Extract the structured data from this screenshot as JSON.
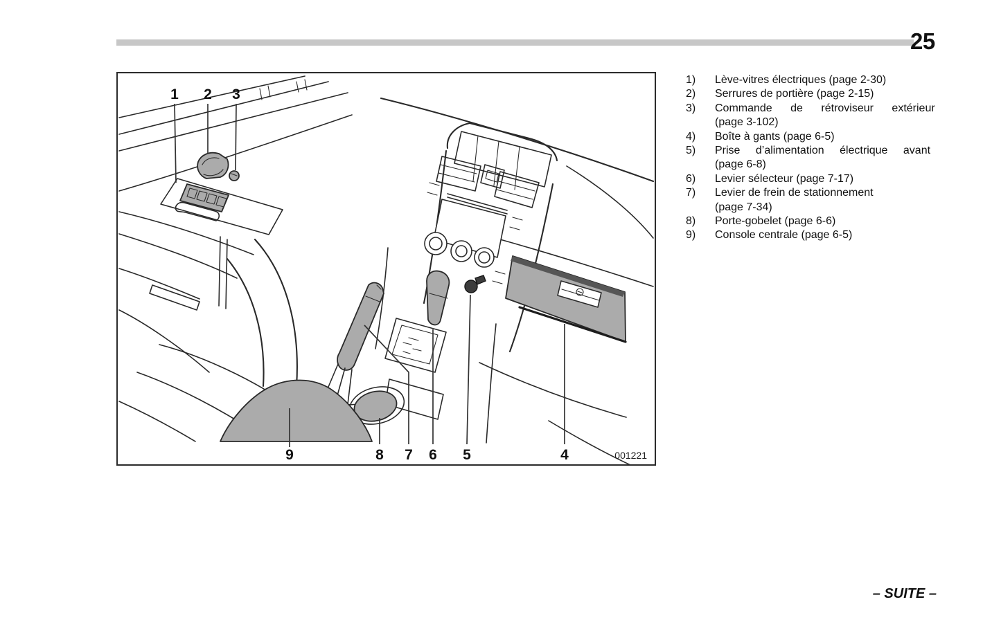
{
  "page": {
    "number": "25"
  },
  "footer": {
    "text": "– SUITE –"
  },
  "figure": {
    "code": "001221",
    "callouts_top": [
      "1",
      "2",
      "3"
    ],
    "callouts_bottom": [
      "9",
      "8",
      "7",
      "6",
      "5",
      "4"
    ]
  },
  "legend": {
    "items": [
      {
        "num": "1)",
        "line1": "Lève-vitres électriques (page 2-30)"
      },
      {
        "num": "2)",
        "line1": "Serrures de portière (page 2-15)"
      },
      {
        "num": "3)",
        "line1": "Commande de rétroviseur extérieur",
        "line2": "(page 3-102)"
      },
      {
        "num": "4)",
        "line1": "Boîte à gants (page 6-5)"
      },
      {
        "num": "5)",
        "line1": "Prise d’alimentation électrique avant",
        "line2": "(page 6-8)"
      },
      {
        "num": "6)",
        "line1": "Levier sélecteur (page 7-17)"
      },
      {
        "num": "7)",
        "line1": "Levier de frein de stationnement",
        "line2": "(page 7-34)"
      },
      {
        "num": "8)",
        "line1": "Porte-gobelet (page 6-6)"
      },
      {
        "num": "9)",
        "line1": "Console centrale (page 6-5)"
      }
    ]
  },
  "colors": {
    "header_bar": "#c7c7c7",
    "diagram_gray": "#ababab",
    "line": "#2a2a2a"
  }
}
